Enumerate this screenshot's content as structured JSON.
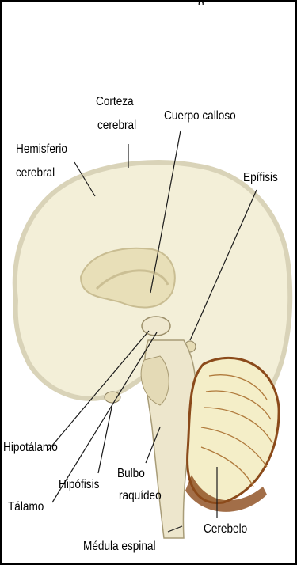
{
  "page": {
    "title_fragment": "g"
  },
  "figure": {
    "labels": {
      "corteza_1": "Corteza",
      "corteza_2": "cerebral",
      "cuerpo_calloso": "Cuerpo calloso",
      "hemisferio_1": "Hemisferio",
      "hemisferio_2": "cerebral",
      "epifisis": "Epífisis",
      "hipotalamo": "Hipotálamo",
      "bulbo_1": "Bulbo",
      "bulbo_2": "raquídeo",
      "hipofisis": "Hipófisis",
      "talamo": "Tálamo",
      "cerebelo": "Cerebelo",
      "medula": "Médula espinal"
    },
    "colors": {
      "cortex": "#f3efd8",
      "cortex_edge": "#d9d3b8",
      "inner": "#e8dfb8",
      "brainstem": "#ede6cc",
      "cerebellum": "#f4eec8",
      "cerebellum_edge": "#8b4a1a",
      "line": "#1a1a1a"
    }
  }
}
